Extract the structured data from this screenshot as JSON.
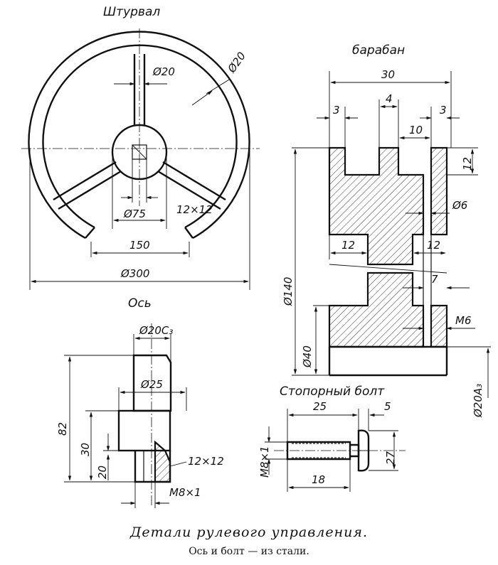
{
  "titles": {
    "wheel": "Штурвал",
    "drum": "барабан",
    "axle": "Ось",
    "bolt": "Стопорный болт"
  },
  "wheel_dims": {
    "d20_rim": "Ø20",
    "d20_spoke": "Ø20",
    "d75": "Ø75",
    "square": "12×12",
    "w150": "150",
    "d300": "Ø300"
  },
  "drum_dims": {
    "w30": "30",
    "w3_left": "3",
    "w4": "4",
    "w3_right": "3",
    "w10": "10",
    "h12": "12",
    "d6": "Ø6",
    "w12_left": "12",
    "w12_right": "12",
    "w7": "7",
    "m6": "M6",
    "d140": "Ø140",
    "d40": "Ø40",
    "d20a3": "Ø20A₃"
  },
  "axle_dims": {
    "d20c3": "Ø20C₃",
    "d25": "Ø25",
    "h82": "82",
    "h30": "30",
    "h20": "20",
    "square": "12×12",
    "m8": "M8×1"
  },
  "bolt_dims": {
    "l25": "25",
    "l5": "5",
    "m8": "M8×1",
    "d27": "27",
    "l18": "18"
  },
  "caption": {
    "main": "Детали рулевого управления.",
    "sub": "Ось и болт — из стали."
  }
}
